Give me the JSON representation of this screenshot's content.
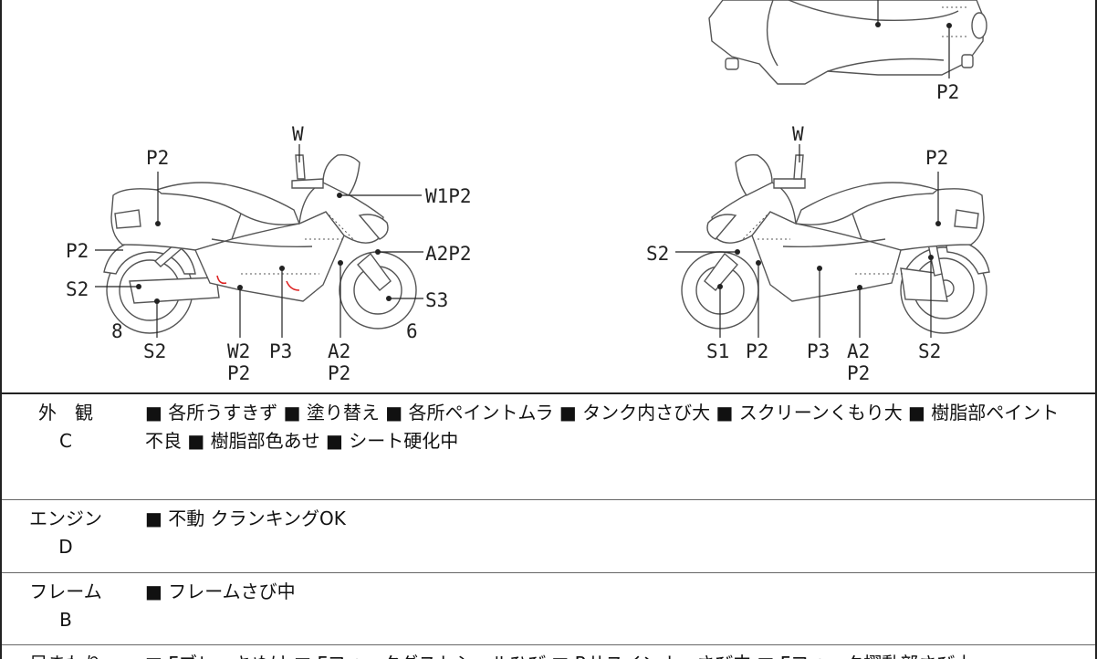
{
  "diagram": {
    "labels": {
      "top_view_p2": "P2",
      "left_w": "W",
      "left_p2_top": "P2",
      "left_w1p2": "W1P2",
      "left_p2_rear": "P2",
      "left_a2p2": "A2P2",
      "left_s2_side": "S2",
      "left_s3": "S3",
      "left_8": "8",
      "left_6": "6",
      "left_s2_bottom": "S2",
      "left_w2": "W2",
      "left_p2_under_w2": "P2",
      "left_p3": "P3",
      "left_a2": "A2",
      "left_p2_under_a2": "P2",
      "right_w": "W",
      "right_p2_top": "P2",
      "right_s2_side": "S2",
      "right_s1": "S1",
      "right_p2": "P2",
      "right_p3": "P3",
      "right_a2": "A2",
      "right_p2_under_a2": "P2",
      "right_s2_bottom": "S2"
    }
  },
  "table": {
    "rows": [
      {
        "category": "外　観",
        "grade": "C",
        "details": "■ 各所うすきず ■ 塗り替え ■ 各所ペイントムラ ■ タンク内さび大 ■ スクリーンくもり大 ■ 樹脂部ペイント不良 ■ 樹脂部色あせ ■ シート硬化中"
      },
      {
        "category": "エンジン",
        "grade": "D",
        "details": "■ 不動 クランキングOK"
      },
      {
        "category": "フレーム",
        "grade": "B",
        "details": "■ フレームさび中"
      },
      {
        "category": "足まわり",
        "grade": "",
        "details": "■ Fブレーキぬけ ■ Fフォークダストシールひび ■ Rサスインナーさび中 ■ Fフォーク摺動部さび小"
      }
    ]
  }
}
